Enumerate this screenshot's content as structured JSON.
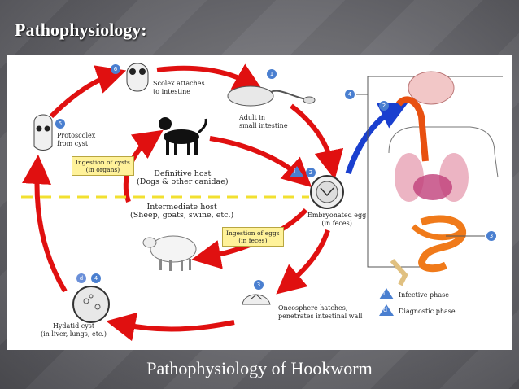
{
  "title": "Pathophysiology:",
  "caption": "Pathophysiology of Hookworm",
  "labels": {
    "scolex": "Scolex attaches\nto intestine",
    "adult": "Adult in\nsmall intestine",
    "protoscolex": "Protoscolex\nfrom cyst",
    "definitive_host": "Definitive host\n(Dogs & other canidae)",
    "intermediate_host": "Intermediate host\n(Sheep, goats, swine, etc.)",
    "embryonated_egg": "Embryonated egg\n(in feces)",
    "oncosphere": "Oncosphere hatches,\npenetrates intestinal wall",
    "hydatid_cyst": "Hydatid cyst\n(in liver, lungs, etc.)",
    "ingestion_cysts": "Ingestion of cysts\n(in organs)",
    "ingestion_eggs": "Ingestion of eggs\n(in feces)"
  },
  "badges": {
    "b6": "6",
    "b1": "1",
    "b5": "5",
    "b2": "2",
    "b3": "3",
    "b4": "4",
    "body2": "2",
    "body3": "3",
    "body4": "4",
    "d": "d",
    "i": "i"
  },
  "legend": {
    "infective": "Infective phase",
    "diagnostic": "Diagnostic phase",
    "i_mark": "i",
    "d_mark": "d"
  },
  "colors": {
    "arrow_red": "#e01010",
    "arrow_blue": "#1a3fcf",
    "divider": "#f2e030",
    "badge": "#4a7fd0"
  }
}
